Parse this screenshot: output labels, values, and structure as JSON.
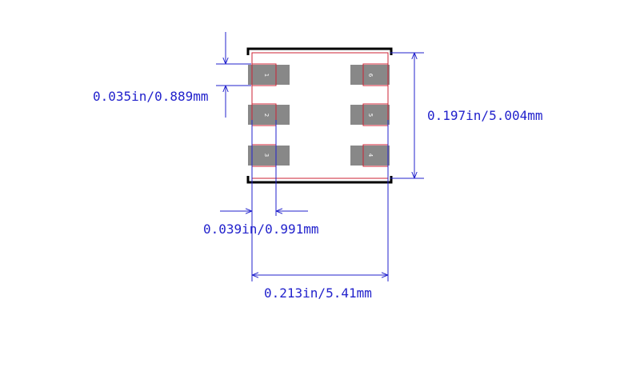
{
  "dimensions": {
    "pad_pitch": "0.035in/0.889mm",
    "body_height": "0.197in/5.004mm",
    "pad_width": "0.039in/0.991mm",
    "body_width": "0.213in/5.41mm"
  },
  "pins": {
    "p1": "1",
    "p2": "2",
    "p3": "3",
    "p4": "4",
    "p5": "5",
    "p6": "6"
  },
  "colors": {
    "dimension": "#2222cc",
    "pad": "#888888",
    "outline": "#cc2233",
    "silkscreen": "#000000"
  }
}
